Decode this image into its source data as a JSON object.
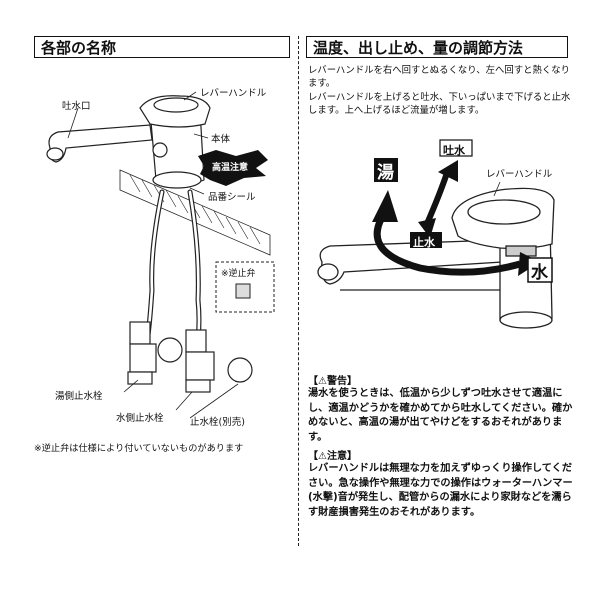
{
  "left": {
    "header": "各部の名称",
    "labels": {
      "spout": "吐水口",
      "lever": "レバーハンドル",
      "body": "本体",
      "hot_caution": "高温注意",
      "seal": "品番シール",
      "check_valve": "※逆止弁",
      "hot_stop": "湯側止水栓",
      "cold_stop": "水側止水栓",
      "stop_cock": "止水栓(別売)"
    },
    "footnote": "※逆止弁は仕様により付いていないものがあります"
  },
  "right": {
    "header": "温度、出し止め、量の調節方法",
    "para1": "レバーハンドルを右へ回すとぬるくなり、左へ回すと熱くなります。",
    "para2": "レバーハンドルを上げると吐水、下いっぱいまで下げると止水します。上へ上げるほど流量が増します。",
    "labels": {
      "hot": "湯",
      "water_out": "吐水",
      "lever": "レバーハンドル",
      "stop": "止水",
      "cold": "水"
    },
    "warning_title": "【⚠警告】",
    "warning_text": "湯水を使うときは、低温から少しずつ吐水させて適温にし、適温かどうかを確かめてから吐水してください。確かめないと、高温の湯が出てやけどをするおそれがあります。",
    "caution_title": "【⚠注意】",
    "caution_text": "レバーハンドルは無理な力を加えずゆっくり操作してください。急な操作や無理な力での操作はウォーターハンマー(水撃)音が発生し、配管からの漏水により家財などを濡らす財産損害発生のおそれがあります。"
  }
}
